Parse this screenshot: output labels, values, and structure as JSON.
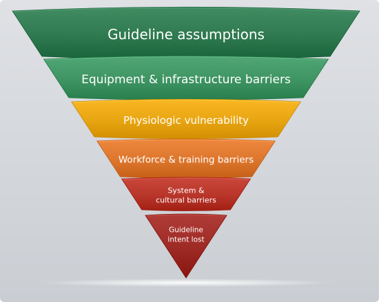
{
  "funnel": {
    "levels": [
      {
        "lines": [
          "Guideline assumptions"
        ],
        "color": "#2f7a50"
      },
      {
        "lines": [
          "Equipment & infrastructure barriers"
        ],
        "color": "#3e9462"
      },
      {
        "lines": [
          "Physiologic vulnerability"
        ],
        "color": "#e8a512"
      },
      {
        "lines": [
          "Workforce & training barriers"
        ],
        "color": "#dd762d"
      },
      {
        "lines": [
          "System &",
          "cultural barriers"
        ],
        "color": "#b8352a"
      },
      {
        "lines": [
          "Guideline",
          "intent lost"
        ],
        "color": "#9e2a25"
      }
    ],
    "background": "#d2d5da"
  }
}
